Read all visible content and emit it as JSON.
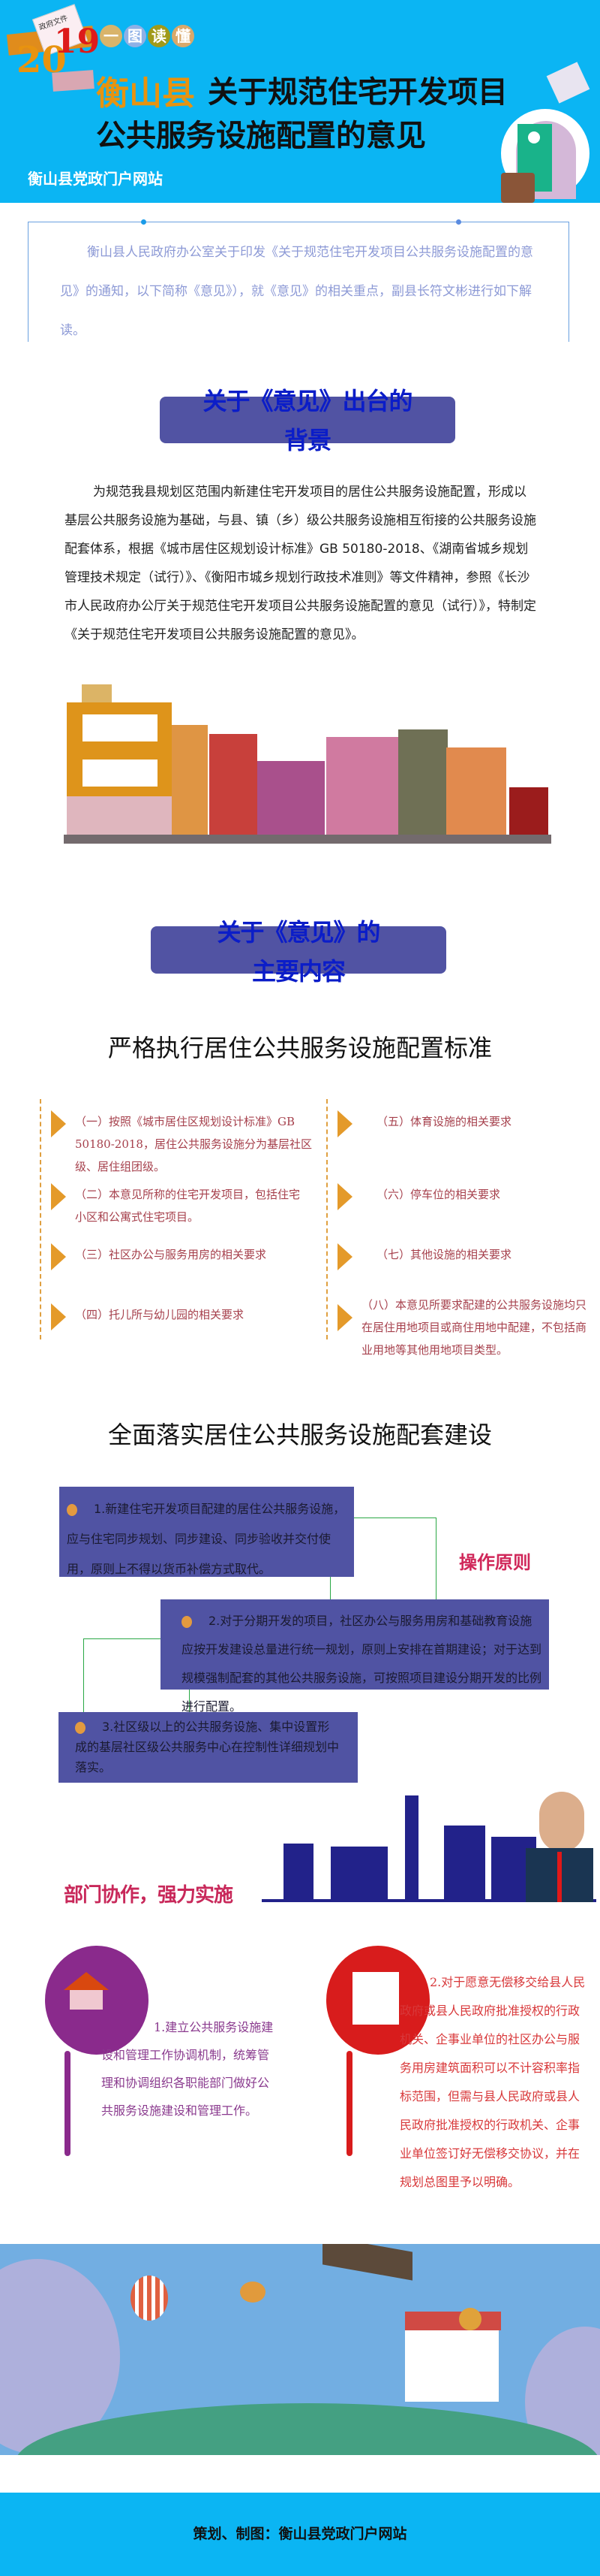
{
  "header": {
    "badge_label": "政府文件",
    "year_prefix": "20",
    "year_suffix": "19",
    "tagline_chars": [
      "一",
      "图",
      "读",
      "懂"
    ],
    "county": "衡山县",
    "title_line1": "关于规范住宅开发项目",
    "title_line2": "公共服务设施配置的意见",
    "site_name": "衡山县党政门户网站"
  },
  "intro": {
    "text": "衡山县人民政府办公室关于印发《关于规范住宅开发项目公共服务设施配置的意见》的通知，以下简称《意见》），就《意见》的相关重点，副县长符文彬进行如下解读。"
  },
  "background_section": {
    "heading_line1": "关于《意见》出台的",
    "heading_line2": "背景",
    "paragraph": "为规范我县规划区范围内新建住宅开发项目的居住公共服务设施配置，形成以基层公共服务设施为基础，与县、镇（乡）级公共服务设施相互衔接的公共服务设施配套体系，根据《城市居住区规划设计标准》GB 50180-2018、《湖南省城乡规划管理技术规定（试行）》、《衡阳市城乡规划行政技术准则》等文件精神，参照《长沙市人民政府办公厅关于规范住宅开发项目公共服务设施配置的意见（试行）》，特制定《关于规范住宅开发项目公共服务设施配置的意见》。"
  },
  "main_section": {
    "heading_line1": "关于《意见》的",
    "heading_line2": "主要内容",
    "standards_title": "严格执行居住公共服务设施配置标准",
    "standards_left": [
      "（一）按照《城市居住区规划设计标准》GB 50180-2018，居住公共服务设施分为基层社区级、居住组团级。",
      "（二）本意见所称的住宅开发项目，包括住宅小区和公寓式住宅项目。",
      "（三）社区办公与服务用房的相关要求",
      "（四）托儿所与幼儿园的相关要求"
    ],
    "standards_right": [
      "（五）体育设施的相关要求",
      "（六）停车位的相关要求",
      "（七）其他设施的相关要求",
      "（八）本意见所要求配建的公共服务设施均只在居住用地项目或商住用地中配建，不包括商业用地等其他用地项目类型。"
    ],
    "construction_title": "全面落实居住公共服务设施配套建设",
    "principles_label": "操作原则",
    "principles": [
      "1.新建住宅开发项目配建的居住公共服务设施，应与住宅同步规划、同步建设、同步验收并交付使用，原则上不得以货币补偿方式取代。",
      "2.对于分期开发的项目，社区办公与服务用房和基础教育设施应按开发建设总量进行统一规划，原则上安排在首期建设；对于达到规模强制配套的其他公共服务设施，可按照项目建设分期开发的比例进行配置。",
      "3.社区级以上的公共服务设施、集中设置形成的基层社区级公共服务中心在控制性详细规划中落实。"
    ],
    "cooperation_title": "部门协作，强力实施",
    "cooperation": [
      "1.建立公共服务设施建设和管理工作协调机制，统筹管理和协调组织各职能部门做好公共服务设施建设和管理工作。",
      "2.对于愿意无偿移交给县人民政府或县人民政府批准授权的行政机关、企事业单位的社区办公与服务用房建筑面积可以不计容积率指标范围，但需与县人民政府或县人民政府批准授权的行政机关、企事业单位签订好无偿移交协议，并在规划总图里予以明确。"
    ]
  },
  "footer": {
    "credit": "策划、制图：衡山县党政门户网站"
  },
  "colors": {
    "header_blue": "#0bb5f3",
    "section_purple": "#5153a3",
    "heading_blue": "#0b1dc8",
    "accent_red": "#d0285a",
    "list_text": "#a6404c",
    "arrow_orange": "#e49a2a"
  }
}
